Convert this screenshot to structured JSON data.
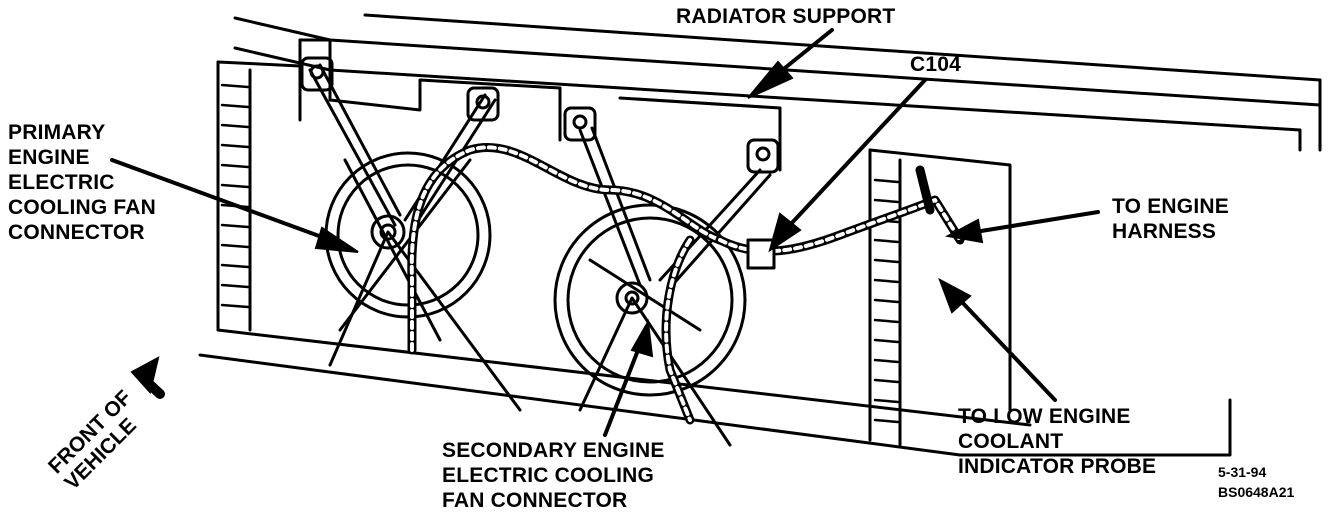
{
  "labels": {
    "radiator_support": "RADIATOR SUPPORT",
    "c104": "C104",
    "primary_fan": [
      "PRIMARY",
      "ENGINE",
      "ELECTRIC",
      "COOLING FAN",
      "CONNECTOR"
    ],
    "to_engine_harness": [
      "TO ENGINE",
      "HARNESS"
    ],
    "to_low_coolant": [
      "TO LOW ENGINE",
      "COOLANT",
      "INDICATOR PROBE"
    ],
    "secondary_fan": [
      "SECONDARY ENGINE",
      "ELECTRIC COOLING",
      "FAN CONNECTOR"
    ],
    "front_of_vehicle": [
      "FRONT OF",
      "VEHICLE"
    ]
  },
  "figure": {
    "date": "5-31-94",
    "code": "BS0648A21"
  },
  "colors": {
    "ink": "#000000",
    "paper": "#ffffff"
  }
}
